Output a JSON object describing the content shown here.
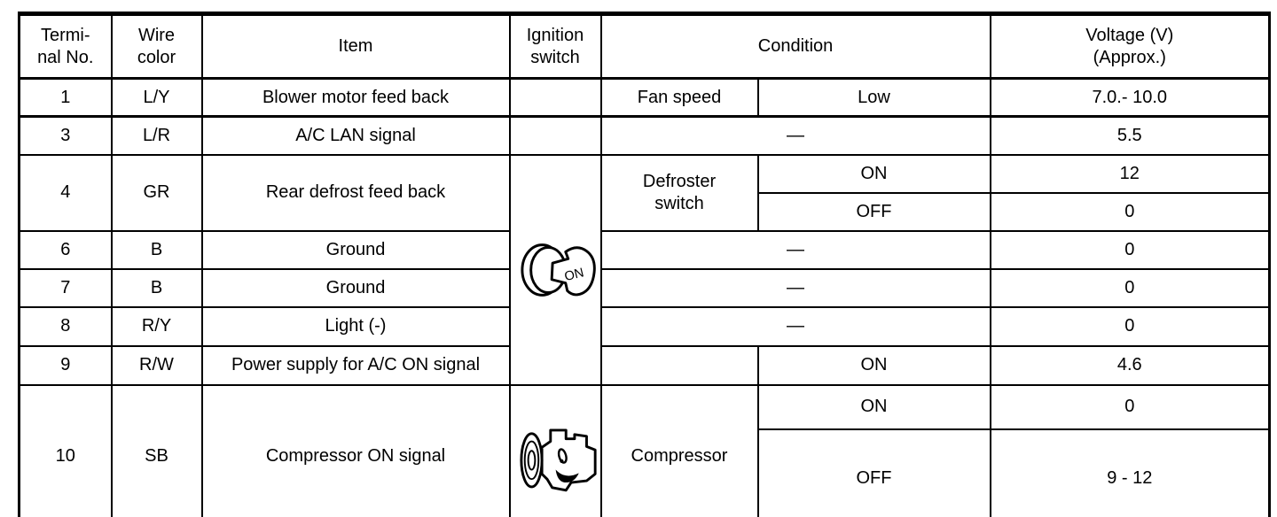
{
  "table": {
    "headers": {
      "terminal": "Termi-\nnal No.",
      "wire_color": "Wire\ncolor",
      "item": "Item",
      "ignition_switch": "Ignition\nswitch",
      "condition": "Condition",
      "voltage": "Voltage (V)\n(Approx.)"
    },
    "icons": {
      "ignition_on_label": "ON"
    },
    "rows": {
      "t1": {
        "terminal": "1",
        "wire": "L/Y",
        "item": "Blower motor feed back",
        "cond1": "Fan speed",
        "cond2": "Low",
        "voltage": "7.0.- 10.0"
      },
      "t3": {
        "terminal": "3",
        "wire": "L/R",
        "item": "A/C LAN signal",
        "cond": "—",
        "voltage": "5.5"
      },
      "t4": {
        "terminal": "4",
        "wire": "GR",
        "item": "Rear defrost feed back",
        "cond1": "Defroster\nswitch",
        "on": {
          "cond2": "ON",
          "voltage": "12"
        },
        "off": {
          "cond2": "OFF",
          "voltage": "0"
        }
      },
      "t6": {
        "terminal": "6",
        "wire": "B",
        "item": "Ground",
        "cond": "—",
        "voltage": "0"
      },
      "t7": {
        "terminal": "7",
        "wire": "B",
        "item": "Ground",
        "cond": "—",
        "voltage": "0"
      },
      "t8": {
        "terminal": "8",
        "wire": "R/Y",
        "item": "Light (-)",
        "cond": "—",
        "voltage": "0"
      },
      "t9": {
        "terminal": "9",
        "wire": "R/W",
        "item": "Power supply for A/C ON signal",
        "cond1": "",
        "cond2": "ON",
        "voltage": "4.6"
      },
      "t10": {
        "terminal": "10",
        "wire": "SB",
        "item": "Compressor ON signal",
        "cond1": "Compressor",
        "on": {
          "cond2": "ON",
          "voltage": "0"
        },
        "off": {
          "cond2": "OFF",
          "voltage": "9 - 12"
        }
      }
    }
  }
}
